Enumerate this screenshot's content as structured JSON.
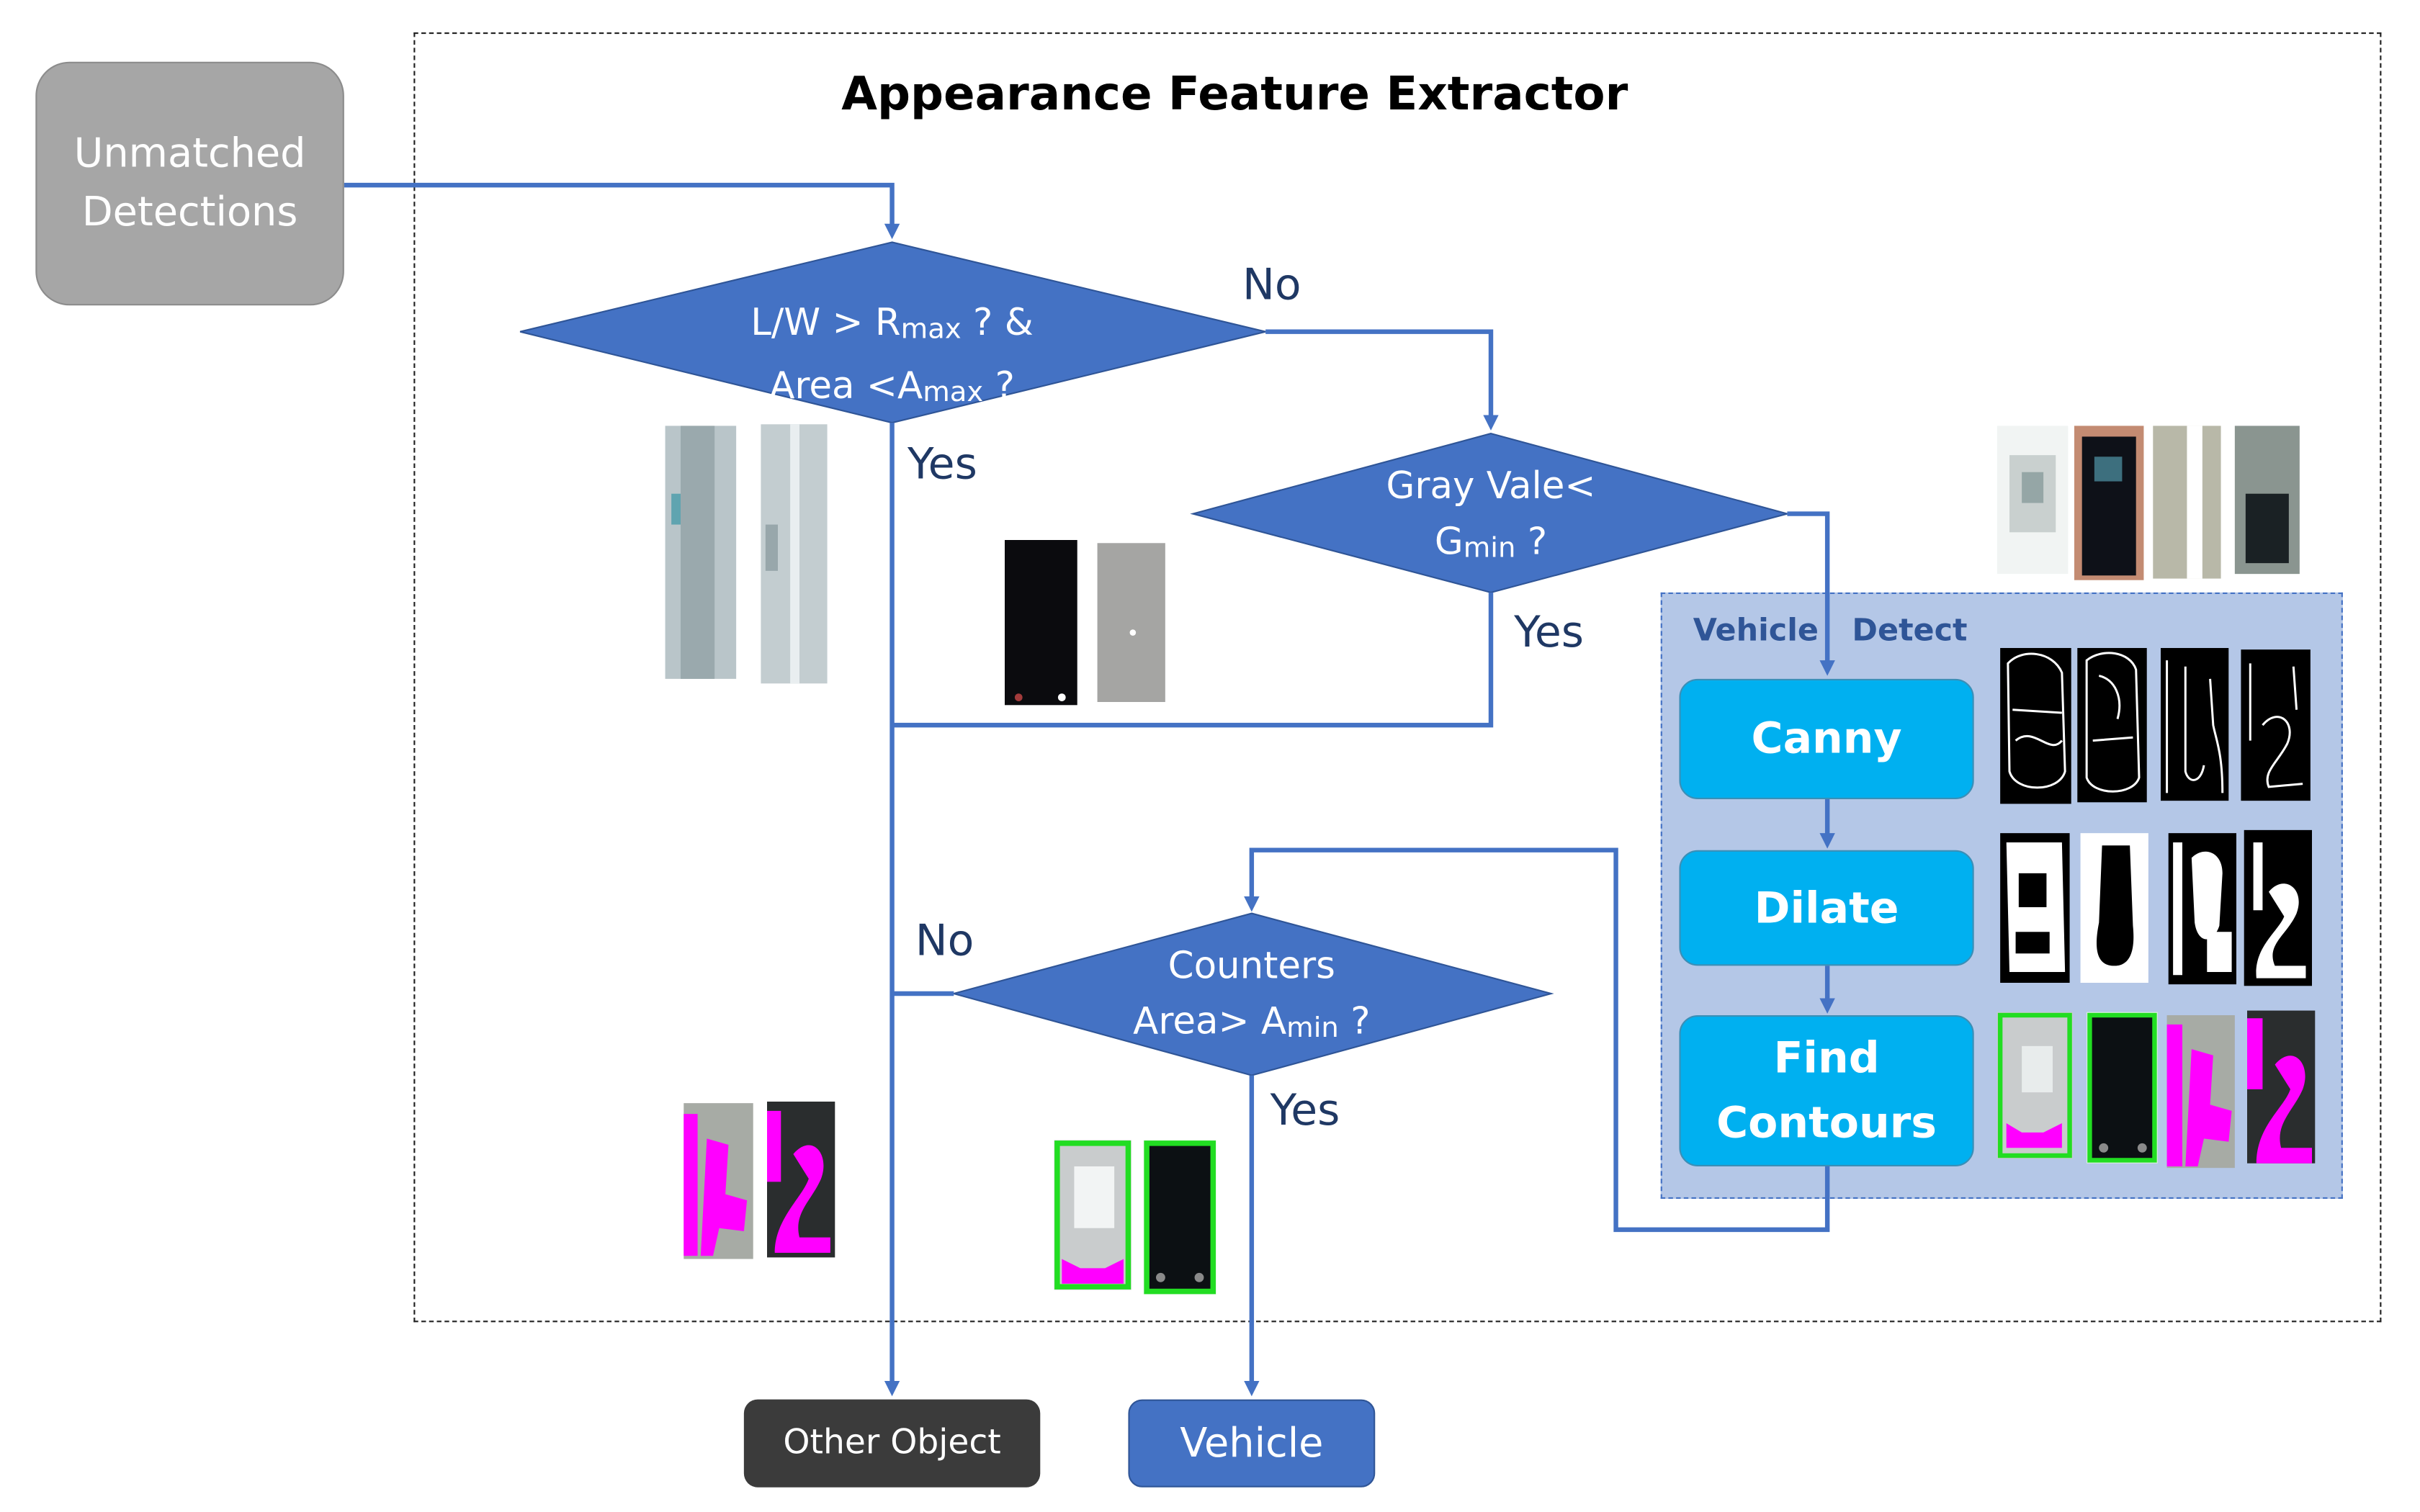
{
  "title": "Appearance Feature Extractor",
  "start": {
    "line1": "Unmatched",
    "line2": "Detections"
  },
  "decisions": {
    "d1": {
      "line1_pre": "L/W > R",
      "line1_sub": "max",
      "line1_post": " ?  &",
      "line2_pre": "Area <A",
      "line2_sub": "max",
      "line2_post": " ?"
    },
    "d2": {
      "line1": "Gray Vale<",
      "line2_pre": "G",
      "line2_sub": "min",
      "line2_post": " ?"
    },
    "d3": {
      "line1": "Counters",
      "line2_pre": "Area> A",
      "line2_sub": "min",
      "line2_post": " ?"
    }
  },
  "edge_labels": {
    "no1": "No",
    "yes1": "Yes",
    "yes2": "Yes",
    "no3": "No",
    "yes3": "Yes"
  },
  "panel": {
    "label_left": "Vehicle",
    "label_right": "Detect"
  },
  "process": {
    "canny": "Canny",
    "dilate": "Dilate",
    "find_line1": "Find",
    "find_line2": "Contours"
  },
  "outcomes": {
    "other": "Other Object",
    "vehicle": "Vehicle"
  },
  "colors": {
    "arrow": "#4472c4",
    "diamond": "#4472c4",
    "process": "#00b0f0",
    "panel": "#b4c7e7",
    "contour_green": "#22dd22",
    "contour_magenta": "#ff00ff"
  }
}
